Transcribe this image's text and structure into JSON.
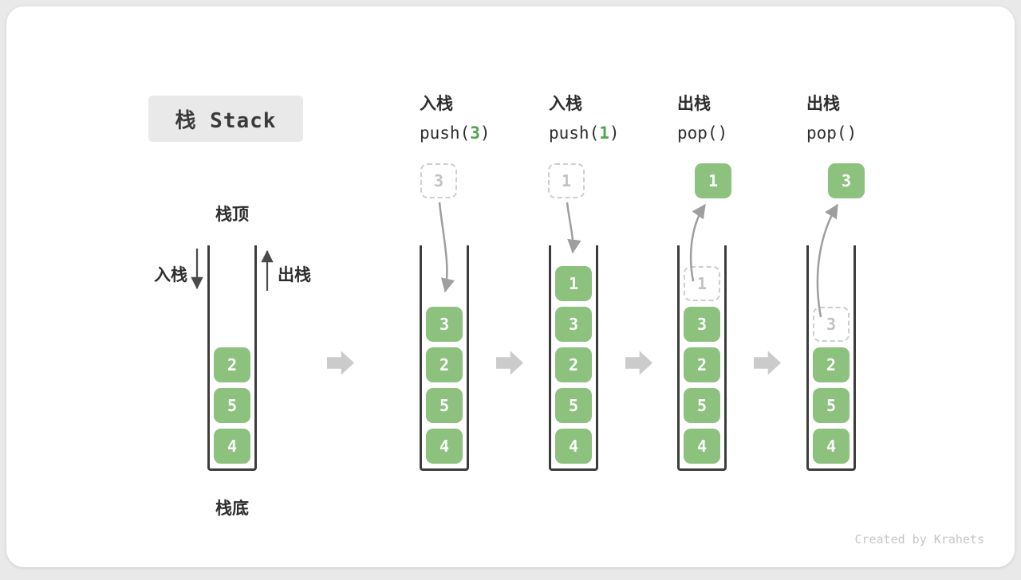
{
  "title": "栈 Stack",
  "labels": {
    "stack_top": "栈顶",
    "stack_bottom": "栈底",
    "push": "入栈",
    "pop": "出栈"
  },
  "columns": [
    {
      "blocks": [
        {
          "value": "2",
          "style": "solid"
        },
        {
          "value": "5",
          "style": "solid"
        },
        {
          "value": "4",
          "style": "solid"
        }
      ]
    },
    {
      "op_label": "入栈",
      "code_before": "push(",
      "code_value": "3",
      "code_after": ")",
      "floating": {
        "value": "3",
        "style": "dashed"
      },
      "blocks": [
        {
          "value": "3",
          "style": "solid"
        },
        {
          "value": "2",
          "style": "solid"
        },
        {
          "value": "5",
          "style": "solid"
        },
        {
          "value": "4",
          "style": "solid"
        }
      ]
    },
    {
      "op_label": "入栈",
      "code_before": "push(",
      "code_value": "1",
      "code_after": ")",
      "floating": {
        "value": "1",
        "style": "dashed"
      },
      "blocks": [
        {
          "value": "1",
          "style": "solid"
        },
        {
          "value": "3",
          "style": "solid"
        },
        {
          "value": "2",
          "style": "solid"
        },
        {
          "value": "5",
          "style": "solid"
        },
        {
          "value": "4",
          "style": "solid"
        }
      ]
    },
    {
      "op_label": "出栈",
      "code_before": "pop(",
      "code_value": "",
      "code_after": ")",
      "floating": {
        "value": "1",
        "style": "solid"
      },
      "blocks": [
        {
          "value": "1",
          "style": "dashed"
        },
        {
          "value": "3",
          "style": "solid"
        },
        {
          "value": "2",
          "style": "solid"
        },
        {
          "value": "5",
          "style": "solid"
        },
        {
          "value": "4",
          "style": "solid"
        }
      ]
    },
    {
      "op_label": "出栈",
      "code_before": "pop(",
      "code_value": "",
      "code_after": ")",
      "floating": {
        "value": "3",
        "style": "solid"
      },
      "blocks": [
        {
          "value": "3",
          "style": "dashed"
        },
        {
          "value": "2",
          "style": "solid"
        },
        {
          "value": "5",
          "style": "solid"
        },
        {
          "value": "4",
          "style": "solid"
        }
      ]
    }
  ],
  "colors": {
    "block_green": "#8cc17e",
    "value_green": "#4da64d",
    "dashed_gray": "#cdcdcd",
    "curve_arrow_gray": "#9e9e9e",
    "step_arrow_gray": "#cbcbcb",
    "frame_dark": "#3c3c3c",
    "title_bg": "#e9e9e9"
  },
  "watermark": "Created by Krahets"
}
